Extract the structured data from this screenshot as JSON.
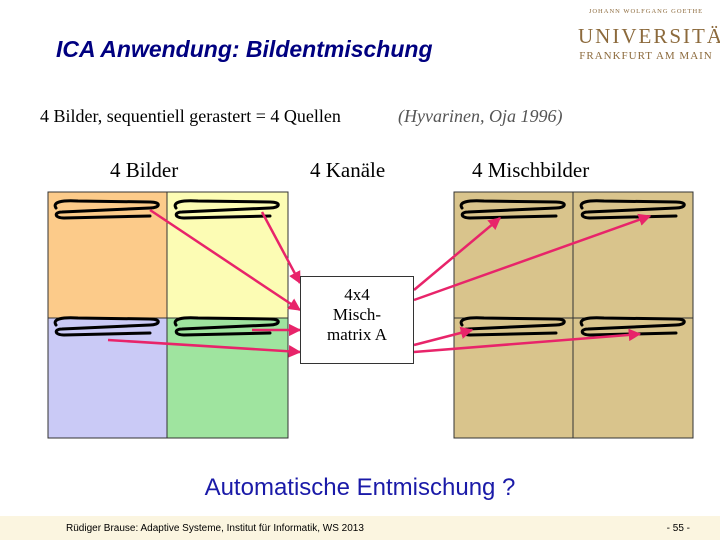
{
  "title": "ICA Anwendung: Bildentmischung",
  "logo": {
    "top": "JOHANN WOLFGANG GOETHE",
    "main": "UNIVERSITÄT",
    "sub": "FRANKFURT AM MAIN"
  },
  "subtitle": "4 Bilder, sequentiell gerastert = 4 Quellen",
  "citation": "(Hyvarinen, Oja 1996)",
  "columns": {
    "left": "4 Bilder",
    "middle": "4 Kanäle",
    "right": "4 Mischbilder"
  },
  "matrix": {
    "line1": "4x4",
    "line2": "Misch-",
    "line3": "matrix A"
  },
  "question": "Automatische Entmischung ?",
  "footer": {
    "left": "Rüdiger Brause: Adaptive Systeme, Institut für Informatik, WS 2013",
    "right": "- 55 -"
  },
  "colors": {
    "title": "#000080",
    "source_orange": "#fccb8a",
    "source_yellow": "#fcfcb4",
    "source_blue": "#cacaf6",
    "source_green": "#9fe49f",
    "mixed": "#d9c48c",
    "arrow": "#e8246a",
    "question": "#1a1aa8"
  }
}
